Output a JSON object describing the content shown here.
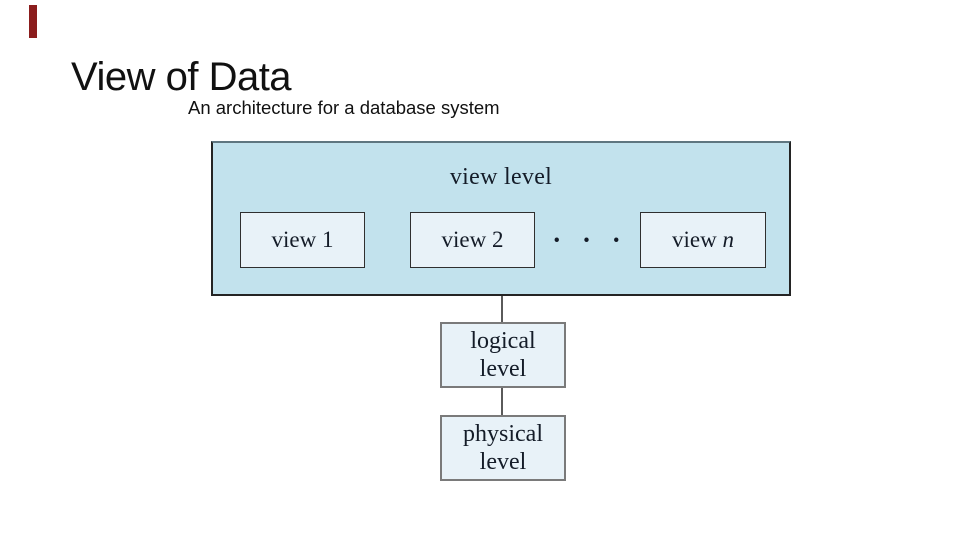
{
  "slide": {
    "title": "View of Data",
    "subtitle": "An architecture for a database system"
  },
  "diagram": {
    "view_level_label": "view level",
    "view_boxes": [
      {
        "text": "view 1",
        "italic": ""
      },
      {
        "text": "view 2",
        "italic": ""
      },
      {
        "text": "view ",
        "italic": "n"
      }
    ],
    "ellipsis": "· · ·",
    "logical_level": {
      "line1": "logical",
      "line2": "level"
    },
    "physical_level": {
      "line1": "physical",
      "line2": "level"
    },
    "colors": {
      "outer_box_fill": "#c2e2ed",
      "inner_box_fill": "#e8f2f8",
      "outer_box_border": "#242424",
      "view_box_border": "#2f2f2f",
      "level_box_border": "#7a7a7a",
      "connector_line": "#5a5a5a",
      "diagram_text": "#141c28",
      "accent_bar": "#8b1d1d",
      "title_text": "#111111"
    }
  }
}
